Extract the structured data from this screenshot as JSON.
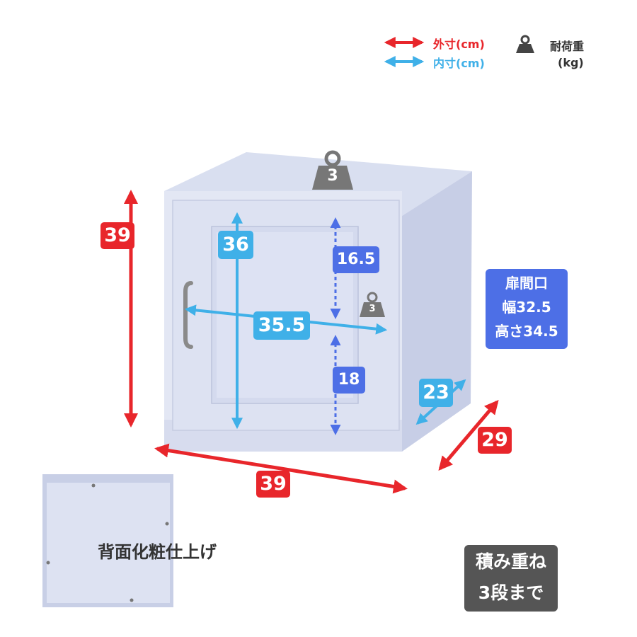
{
  "legend": {
    "outer_label": "外寸(cm)",
    "inner_label": "内寸(cm)",
    "load_label": "耐荷重",
    "load_unit": "(kg)",
    "outer_color": "#e8262b",
    "inner_color": "#3fb0e8"
  },
  "outer": {
    "height": "39",
    "width": "39",
    "depth": "29"
  },
  "inner": {
    "height": "36",
    "width": "35.5",
    "depth": "23"
  },
  "shelf": {
    "upper": "16.5",
    "lower": "18"
  },
  "load": {
    "top": "3",
    "shelf": "3"
  },
  "door_opening": {
    "title": "扉間口",
    "width": "幅32.5",
    "height": "高さ34.5"
  },
  "back_caption": "背面化粧仕上げ",
  "stack_note": {
    "line1": "積み重ね",
    "line2": "3段まで"
  }
}
